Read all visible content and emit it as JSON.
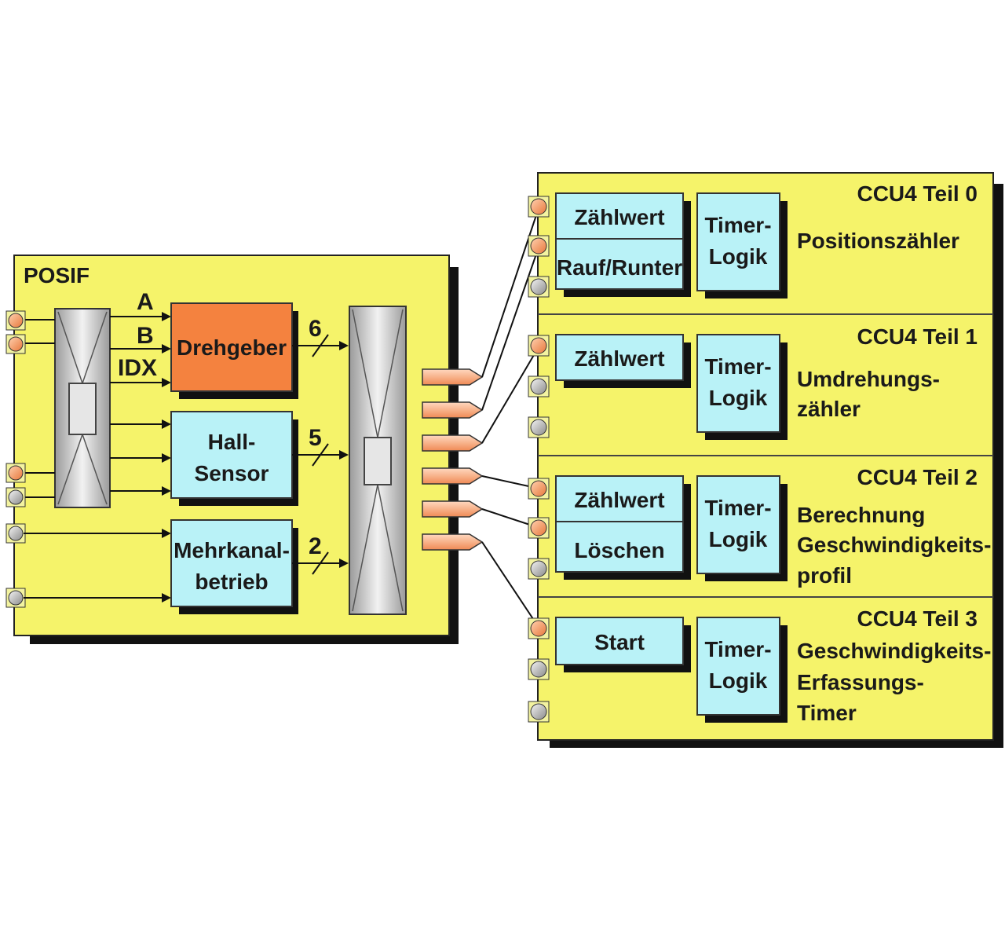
{
  "posif": {
    "title": "POSIF",
    "signals": {
      "a": "A",
      "b": "B",
      "idx": "IDX"
    },
    "blocks": {
      "drehgeber": "Drehgeber",
      "hall": [
        "Hall-",
        "Sensor"
      ],
      "mehrkanal": [
        "Mehrkanal-",
        "betrieb"
      ]
    },
    "bus_widths": {
      "drehgeber": "6",
      "hall": "5",
      "mehrkanal": "2"
    }
  },
  "ccu4": [
    {
      "title": "CCU4 Teil 0",
      "boxes": [
        "Zählwert",
        "Rauf/Runter"
      ],
      "timer": [
        "Timer-",
        "Logik"
      ],
      "desc": [
        "Positionszähler"
      ]
    },
    {
      "title": "CCU4 Teil 1",
      "boxes": [
        "Zählwert"
      ],
      "timer": [
        "Timer-",
        "Logik"
      ],
      "desc": [
        "Umdrehungs-",
        "zähler"
      ]
    },
    {
      "title": "CCU4 Teil 2",
      "boxes": [
        "Zählwert",
        "Löschen"
      ],
      "timer": [
        "Timer-",
        "Logik"
      ],
      "desc": [
        "Berechnung",
        "Geschwindigkeits-",
        "profil"
      ]
    },
    {
      "title": "CCU4 Teil 3",
      "boxes": [
        "Start"
      ],
      "timer": [
        "Timer-",
        "Logik"
      ],
      "desc": [
        "Geschwindigkeits-",
        "Erfassungs-",
        "Timer"
      ]
    }
  ],
  "colors": {
    "panel_yellow": "#f5f36a",
    "cyan_block": "#b9f2f7",
    "orange_block": "#f4823f",
    "pin_orange": "#f4a070",
    "pin_gray": "#c8c8c8",
    "shadow": "#111111"
  }
}
